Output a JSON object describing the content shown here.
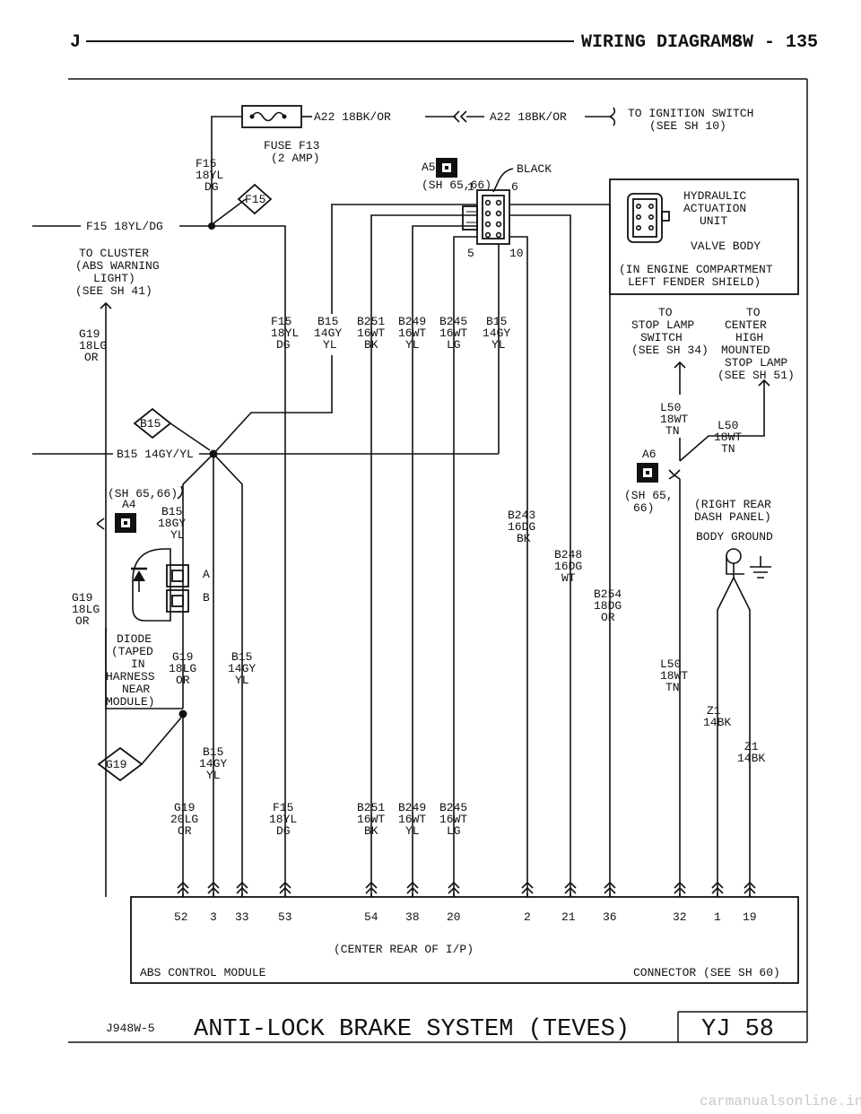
{
  "header": {
    "left": "J",
    "title": "WIRING DIAGRAMS",
    "page": "8W - 135"
  },
  "fuse": {
    "name": "FUSE F13",
    "rating": "(2 AMP)"
  },
  "top_wires": {
    "a22_left": "A22 18BK/OR",
    "a22_right": "A22 18BK/OR",
    "ign_line1": "TO IGNITION SWITCH",
    "ign_line2": "(SEE SH 10)"
  },
  "connector_a5": {
    "id": "A5",
    "sheet": "(SH 65,66)",
    "color": "BLACK",
    "pin_tl": "1",
    "pin_tr": "6",
    "pin_bl": "5",
    "pin_br": "10"
  },
  "f15_stub": {
    "line1": "F15",
    "line2": "18YL",
    "line3": "DG"
  },
  "splice_labels": {
    "f15": "F15",
    "b15": "B15",
    "g19": "G19"
  },
  "f15_feed": "F15 18YL/DG",
  "b15_feed": "B15 14GY/YL",
  "cluster": {
    "l1": "TO CLUSTER",
    "l2": "(ABS WARNING",
    "l3": "LIGHT)",
    "l4": "(SEE SH 41)"
  },
  "hcu": {
    "l1": "HYDRAULIC",
    "l2": "ACTUATION",
    "l3": "UNIT",
    "l4": "VALVE BODY",
    "l5": "(IN ENGINE COMPARTMENT",
    "l6": "LEFT FENDER SHIELD)"
  },
  "mid_wires": [
    {
      "c": "F15",
      "g": "18YL",
      "col": "DG"
    },
    {
      "c": "B15",
      "g": "14GY",
      "col": "YL"
    },
    {
      "c": "B251",
      "g": "16WT",
      "col": "BK"
    },
    {
      "c": "B249",
      "g": "16WT",
      "col": "YL"
    },
    {
      "c": "B245",
      "g": "16WT",
      "col": "LG"
    },
    {
      "c": "B15",
      "g": "14GY",
      "col": "YL"
    }
  ],
  "g19_upper": {
    "c": "G19",
    "g": "18LG",
    "col": "OR"
  },
  "stop_lamp": {
    "l1": "TO",
    "l2": "STOP LAMP",
    "l3": "SWITCH",
    "l4": "(SEE SH 34)"
  },
  "chmsl": {
    "l1": "TO",
    "l2": "CENTER",
    "l3": "HIGH",
    "l4": "MOUNTED",
    "l5": "STOP LAMP",
    "l6": "(SEE SH 51)"
  },
  "l50_a": {
    "c": "L50",
    "g": "18WT",
    "col": "TN"
  },
  "l50_b": {
    "c": "L50",
    "g": "18WT",
    "col": "TN"
  },
  "l50_c": {
    "c": "L50",
    "g": "18WT",
    "col": "TN"
  },
  "connector_a6": {
    "id": "A6",
    "sheet1": "(SH 65,",
    "sheet2": "66)"
  },
  "ground": {
    "l1": "(RIGHT REAR",
    "l2": "DASH PANEL)",
    "l3": "BODY GROUND"
  },
  "connector_a4": {
    "sheet": "(SH 65,66)",
    "id": "A4"
  },
  "b15_18": {
    "c": "B15",
    "g": "18GY",
    "col": "YL"
  },
  "diode_pins": {
    "a": "A",
    "b": "B"
  },
  "g19_mid": {
    "c": "G19",
    "g": "18LG",
    "col": "OR"
  },
  "diode_note": {
    "l1": "DIODE",
    "l2": "(TAPED",
    "l3": "IN",
    "l4": "HARNESS",
    "l5": "NEAR",
    "l6": "MODULE)"
  },
  "g19_diode": {
    "c": "G19",
    "g": "18LG",
    "col": "OR"
  },
  "b15_mid": {
    "c": "B15",
    "g": "14GY",
    "col": "YL"
  },
  "b15_low": {
    "c": "B15",
    "g": "14GY",
    "col": "YL"
  },
  "b243": {
    "c": "B243",
    "g": "16DG",
    "col": "BK"
  },
  "b248": {
    "c": "B248",
    "g": "16DG",
    "col": "WT"
  },
  "b254": {
    "c": "B254",
    "g": "18DG",
    "col": "OR"
  },
  "z1_a": {
    "c": "Z1",
    "g": "14BK"
  },
  "z1_b": {
    "c": "Z1",
    "g": "14BK"
  },
  "bottom_wires": [
    {
      "c": "G19",
      "g": "20LG",
      "col": "OR"
    },
    {
      "c": "F15",
      "g": "18YL",
      "col": "DG"
    },
    {
      "c": "B251",
      "g": "16WT",
      "col": "BK"
    },
    {
      "c": "B249",
      "g": "16WT",
      "col": "YL"
    },
    {
      "c": "B245",
      "g": "16WT",
      "col": "LG"
    }
  ],
  "module_pins": [
    "52",
    "3",
    "33",
    "53",
    "54",
    "38",
    "20",
    "2",
    "21",
    "36",
    "32",
    "1",
    "19"
  ],
  "module": {
    "location": "(CENTER REAR OF I/P)",
    "name": "ABS CONTROL MODULE",
    "connector": "CONNECTOR (SEE SH 60)"
  },
  "footer": {
    "code": "J948W-5",
    "title": "ANTI-LOCK BRAKE SYSTEM (TEVES)",
    "page": "YJ   58"
  },
  "watermark": "carmanualsonline.info"
}
